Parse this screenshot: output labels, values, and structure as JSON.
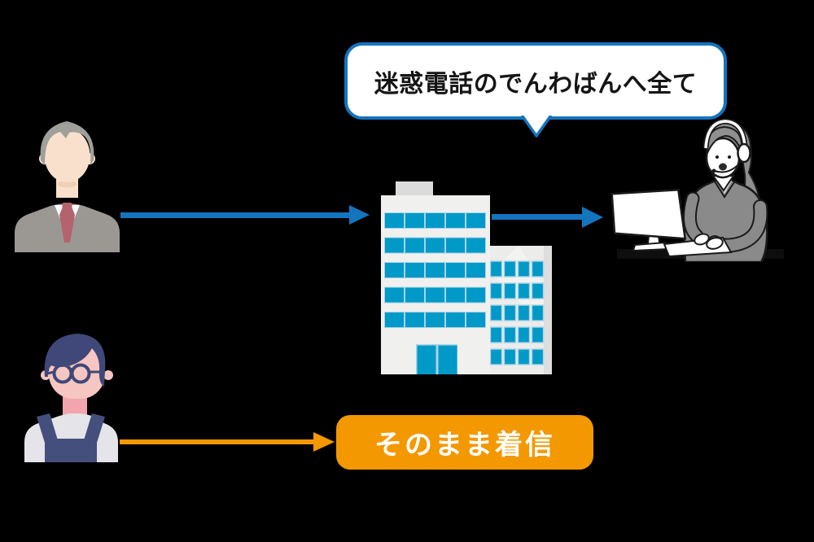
{
  "colors": {
    "background": "#000000",
    "arrow_blue": "#1474BE",
    "window_blue": "#0099C8",
    "window_frame": "#A7D3E5",
    "orange": "#F39800",
    "bubble_fill": "#FFFFFF",
    "bubble_text": "#151515",
    "box_text": "#FFFFFF"
  },
  "speech_bubble": {
    "text": "迷惑電話のでんわばんへ全て"
  },
  "direct_ring_box": {
    "text": "そのまま着信"
  },
  "figures": {
    "businessman": "nuisance-caller-businessman",
    "building": "office-building",
    "operator": "call-center-operator-at-computer",
    "casual_man": "normal-caller-man-with-glasses"
  },
  "arrows": [
    {
      "name": "nuisance-call-to-building",
      "color": "#1474BE",
      "from": "businessman",
      "to": "building"
    },
    {
      "name": "building-to-operator",
      "color": "#1474BE",
      "from": "building",
      "to": "operator"
    },
    {
      "name": "normal-call-direct",
      "color": "#F39800",
      "from": "casual_man",
      "to": "direct_ring_box"
    }
  ]
}
